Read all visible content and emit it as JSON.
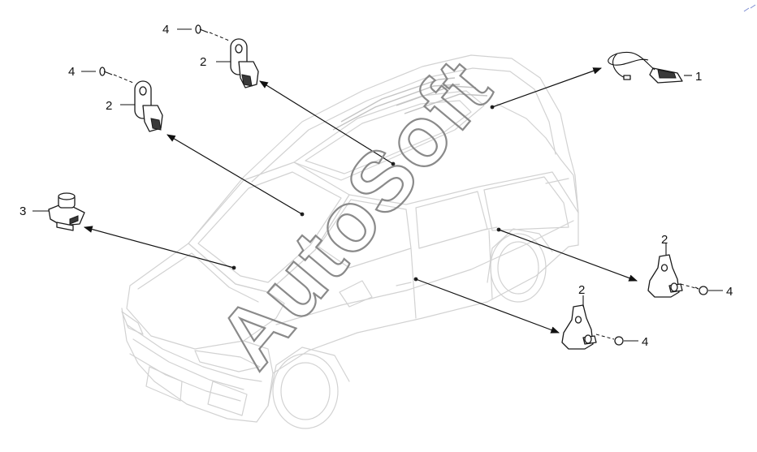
{
  "watermark": "AutoSoft",
  "callouts": {
    "c1": "1",
    "c2_top": "2",
    "c2_mid": "2",
    "c2_right": "2",
    "c2_bottom": "2",
    "c3": "3",
    "c4_top": "4",
    "c4_mid": "4",
    "c4_right": "4",
    "c4_bottom": "4"
  }
}
